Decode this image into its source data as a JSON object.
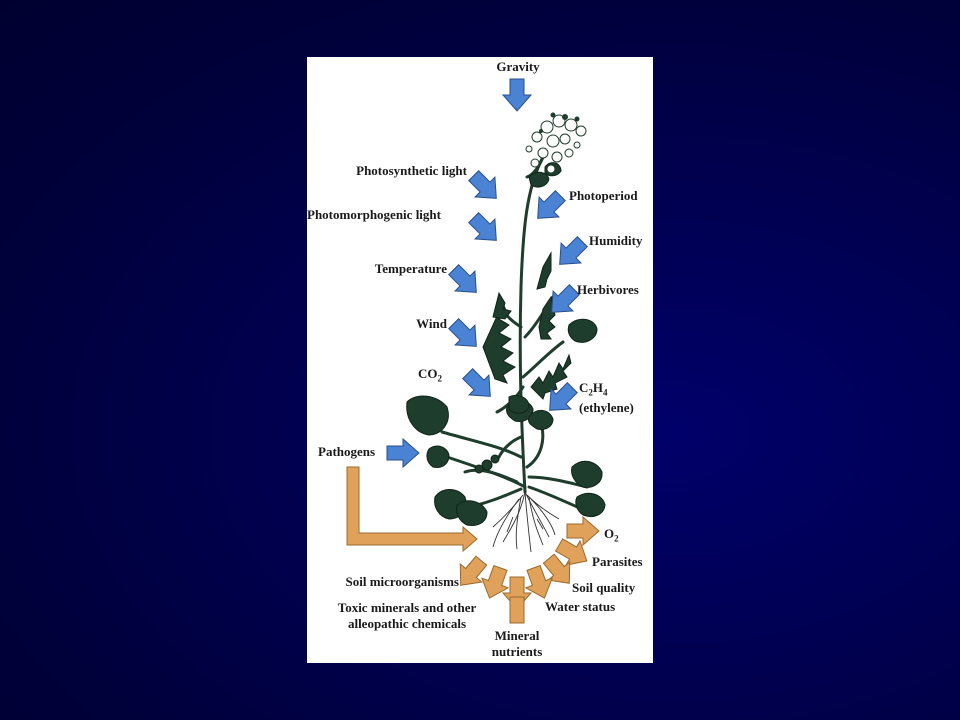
{
  "figure": {
    "labels": {
      "gravity": "Gravity",
      "photosynthetic_light": "Photosynthetic light",
      "photoperiod": "Photoperiod",
      "photomorphogenic_light": "Photomorphogenic light",
      "humidity": "Humidity",
      "temperature": "Temperature",
      "herbivores": "Herbivores",
      "wind": "Wind",
      "co2_base": "CO",
      "co2_sub": "2",
      "c2h4_c": "C",
      "c2h4_sub1": "2",
      "c2h4_h": "H",
      "c2h4_sub2": "4",
      "ethylene": "(ethylene)",
      "pathogens": "Pathogens",
      "o2_base": "O",
      "o2_sub": "2",
      "parasites": "Parasites",
      "soil_quality": "Soil quality",
      "soil_microorganisms": "Soil microorganisms",
      "water_status": "Water status",
      "toxic_minerals_1": "Toxic minerals and other",
      "toxic_minerals_2": "alleopathic chemicals",
      "mineral_nutrients_1": "Mineral",
      "mineral_nutrients_2": "nutrients"
    },
    "colors": {
      "above_ground_arrow": "#4a82d4",
      "below_ground_arrow": "#e0a25a",
      "foliage": "#1f3d2c",
      "background_dark": "#000050"
    }
  }
}
